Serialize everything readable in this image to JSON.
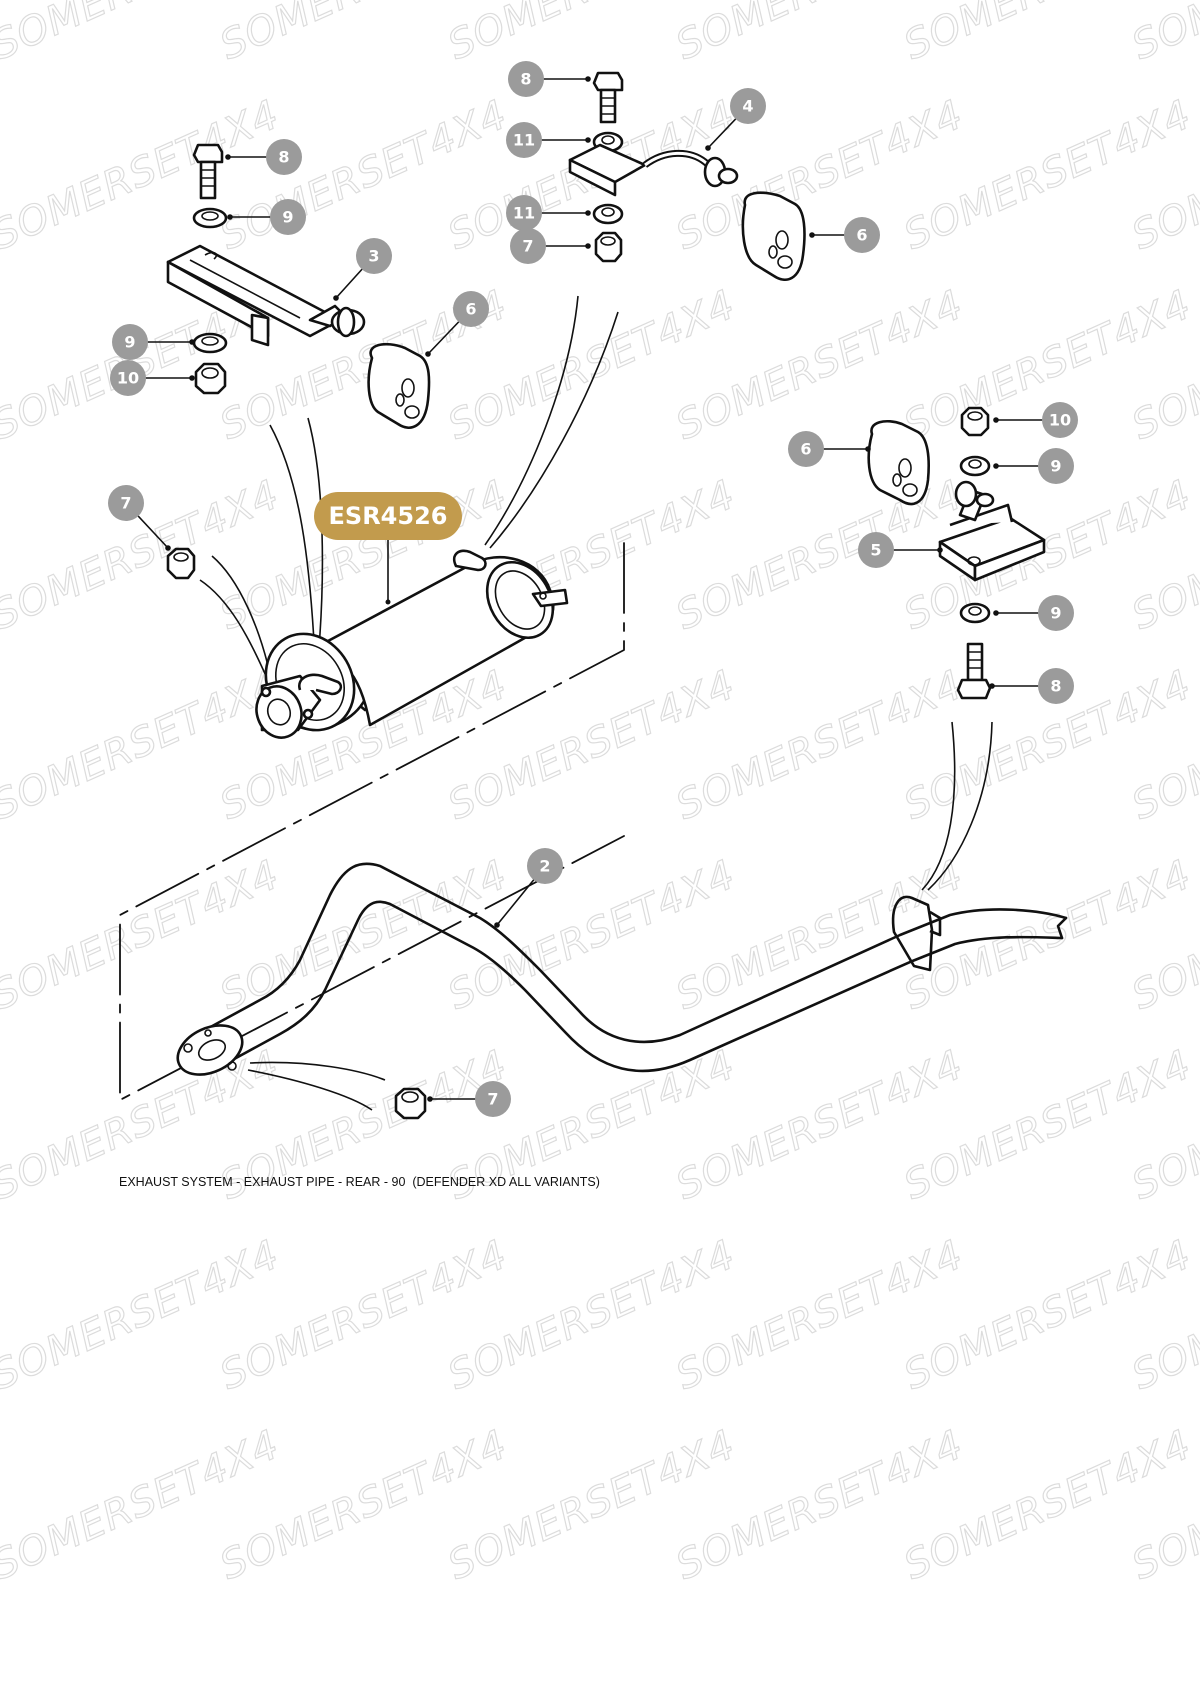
{
  "watermark": "SOMERSET4X4",
  "caption": "EXHAUST SYSTEM - EXHAUST PIPE - REAR - 90  (DEFENDER XD ALL VARIANTS)",
  "part_number": "ESR4526",
  "colors": {
    "callout": "#9b9b9b",
    "part_number_bg": "#c29b4d",
    "line": "#111111"
  },
  "callouts": [
    {
      "id": "c8a",
      "label": "8"
    },
    {
      "id": "c9a",
      "label": "9"
    },
    {
      "id": "c3",
      "label": "3"
    },
    {
      "id": "c6a",
      "label": "6"
    },
    {
      "id": "c9b",
      "label": "9"
    },
    {
      "id": "c10a",
      "label": "10"
    },
    {
      "id": "c8b",
      "label": "8"
    },
    {
      "id": "c11a",
      "label": "11"
    },
    {
      "id": "c11b",
      "label": "11"
    },
    {
      "id": "c7a",
      "label": "7"
    },
    {
      "id": "c4",
      "label": "4"
    },
    {
      "id": "c6b",
      "label": "6"
    },
    {
      "id": "c7b",
      "label": "7"
    },
    {
      "id": "c6c",
      "label": "6"
    },
    {
      "id": "c10b",
      "label": "10"
    },
    {
      "id": "c9c",
      "label": "9"
    },
    {
      "id": "c5",
      "label": "5"
    },
    {
      "id": "c9d",
      "label": "9"
    },
    {
      "id": "c8c",
      "label": "8"
    },
    {
      "id": "c2",
      "label": "2"
    },
    {
      "id": "c7c",
      "label": "7"
    }
  ]
}
